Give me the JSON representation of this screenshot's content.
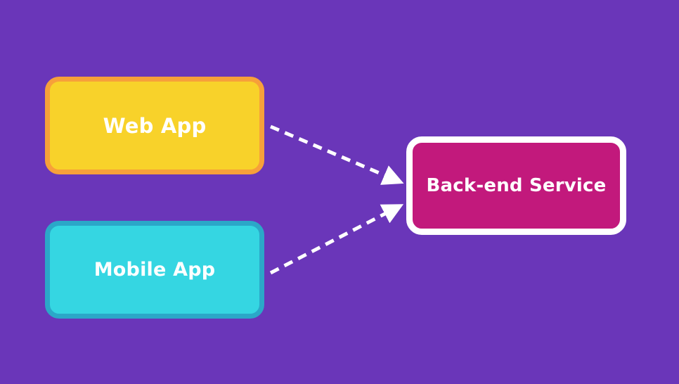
{
  "diagram": {
    "colors": {
      "background": "#6a36b9",
      "web_fill": "#f8d22a",
      "web_border": "#f7a03a",
      "mobile_fill": "#35d6e2",
      "mobile_border": "#2ba7c8",
      "backend_fill": "#c2197c",
      "backend_border": "#ffffff",
      "connector": "#ffffff"
    },
    "nodes": {
      "web_app": {
        "label": "Web App"
      },
      "mobile_app": {
        "label": "Mobile App"
      },
      "backend": {
        "label": "Back-end Service"
      }
    },
    "edges": [
      {
        "from": "web_app",
        "to": "backend",
        "style": "dashed-arrow"
      },
      {
        "from": "mobile_app",
        "to": "backend",
        "style": "dashed-arrow"
      }
    ]
  }
}
